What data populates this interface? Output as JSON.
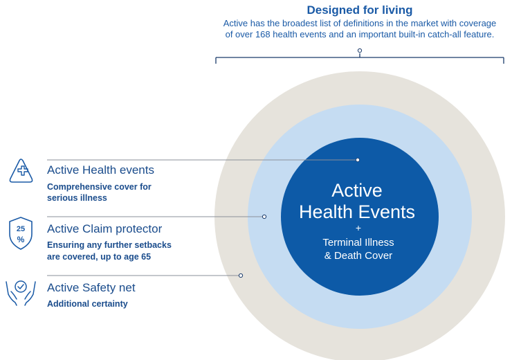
{
  "header": {
    "title": "Designed for living",
    "subtitle_line1": "Active has the broadest list of definitions in the market with coverage",
    "subtitle_line2": "of over 168 health events and an important built-in catch-all feature."
  },
  "features": [
    {
      "title": "Active Health events",
      "desc_line1": "Comprehensive cover for",
      "desc_line2": "serious illness",
      "icon": "shield-plus-icon"
    },
    {
      "title": "Active Claim protector",
      "desc_line1": "Ensuring any further setbacks",
      "desc_line2": "are covered, up to age 65",
      "icon": "shield-percent-icon",
      "icon_text_top": "25",
      "icon_text_bottom": "%"
    },
    {
      "title": "Active Safety net",
      "desc_line1": "Additional certainty",
      "icon": "hands-check-icon"
    }
  ],
  "centre": {
    "line1": "Active",
    "line2": "Health Events",
    "plus": "+",
    "line3": "Terminal Illness",
    "line4": "& Death Cover"
  },
  "colors": {
    "outer_ring": "#e6e3dc",
    "middle_ring": "#c5dcf2",
    "inner_circle": "#0d5aa7",
    "text_blue": "#1a4c8c",
    "line_grey": "#8a8f99"
  }
}
